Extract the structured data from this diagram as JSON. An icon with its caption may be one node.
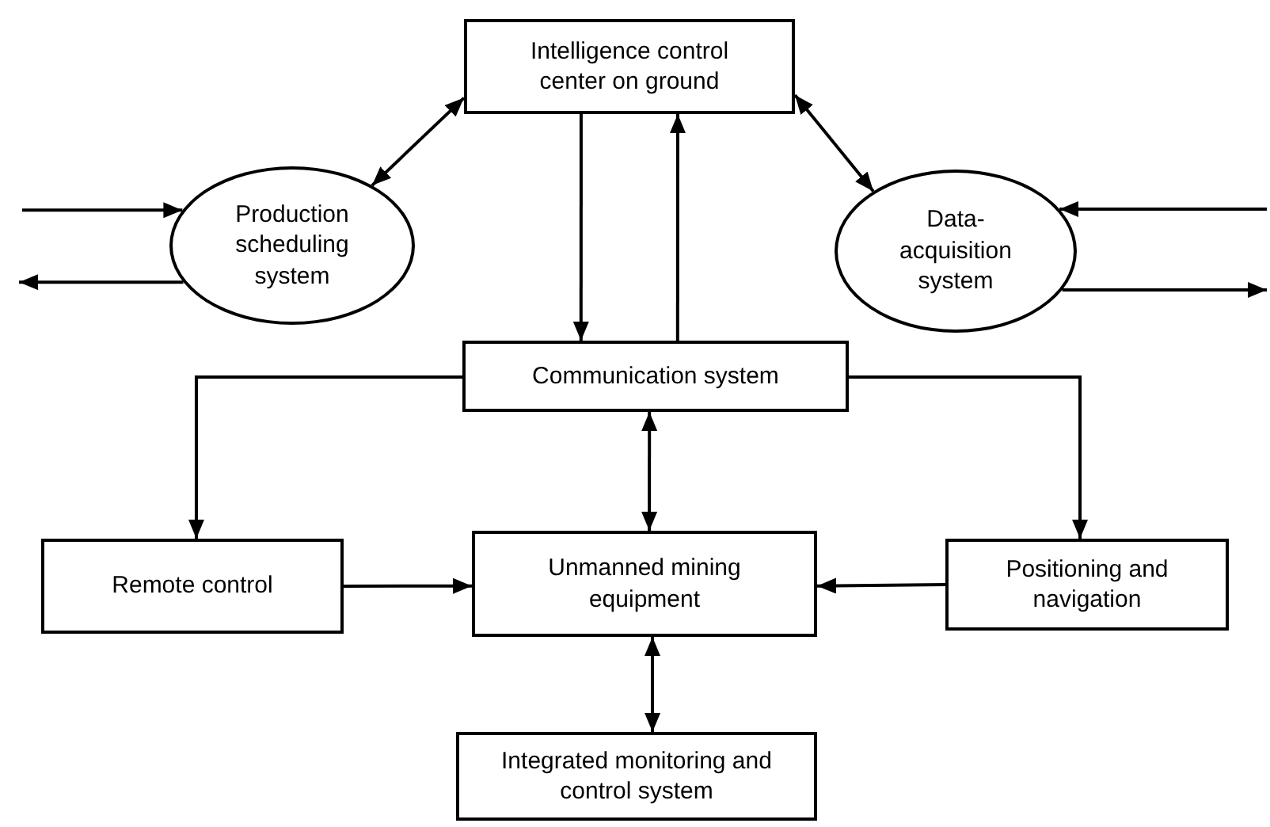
{
  "diagram": {
    "nodes": [
      {
        "text": [
          "Intelligence control center on ground"
        ]
      },
      {
        "text": [
          "Production scheduling system"
        ]
      },
      {
        "text": [
          "Data-acquisition system"
        ]
      },
      {
        "text": [
          "Communication system"
        ]
      },
      {
        "text": [
          "Remote control"
        ]
      },
      {
        "text": [
          "Unmanned mining equipment"
        ]
      },
      {
        "text": [
          "Positioning and navigation"
        ]
      },
      {
        "text": [
          "Integrated monitoring and control system"
        ]
      }
    ],
    "edges": [
      {
        "from": 0,
        "to": 1,
        "arrow": "both"
      },
      {
        "from": 0,
        "to": 2,
        "arrow": "both"
      },
      {
        "from": 0,
        "to": 3,
        "arrow": "to"
      },
      {
        "from": 3,
        "to": 0,
        "arrow": "to"
      },
      {
        "from": null,
        "to": 1,
        "arrow": "to"
      },
      {
        "from": 1,
        "to": null,
        "arrow": "to"
      },
      {
        "from": null,
        "to": 2,
        "arrow": "to"
      },
      {
        "from": 2,
        "to": null,
        "arrow": "to"
      },
      {
        "from": 3,
        "to": 4,
        "arrow": "to"
      },
      {
        "from": 3,
        "to": 6,
        "arrow": "to"
      },
      {
        "from": 3,
        "to": 5,
        "arrow": "both"
      },
      {
        "from": 4,
        "to": 5,
        "arrow": "to"
      },
      {
        "from": 6,
        "to": 5,
        "arrow": "to"
      },
      {
        "from": 5,
        "to": 7,
        "arrow": "both"
      }
    ]
  }
}
